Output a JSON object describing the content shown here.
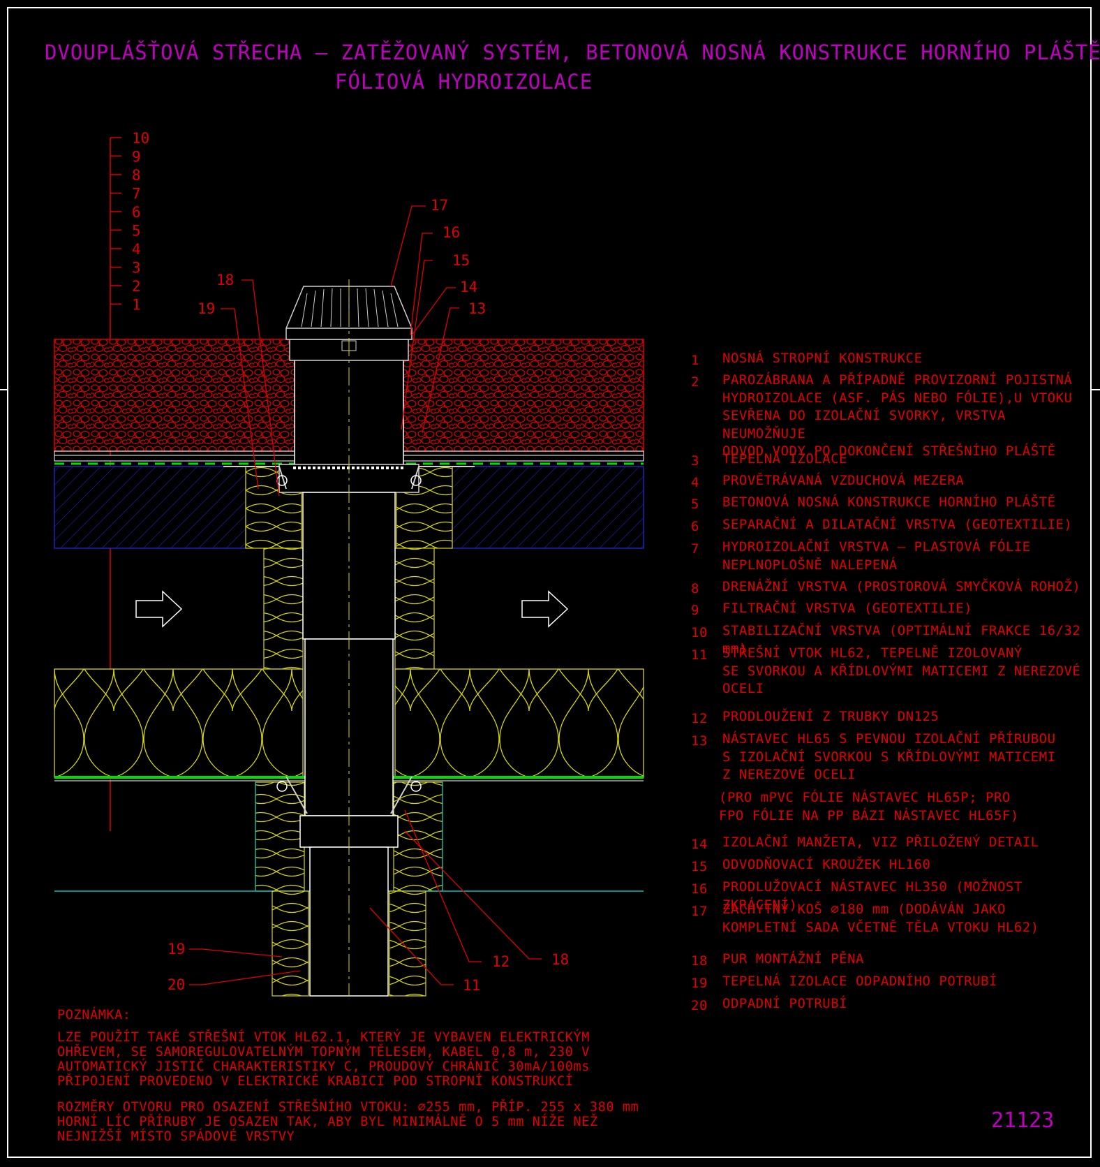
{
  "title": {
    "line1": "DVOUPLÁŠŤOVÁ STŘECHA – ZATĚŽOVANÝ SYSTÉM, BETONOVÁ NOSNÁ KONSTRUKCE HORNÍHO PLÁŠTĚ",
    "line2": "FÓLIOVÁ HYDROIZOLACE"
  },
  "layer_scale": [
    "10",
    "9",
    "8",
    "7",
    "6",
    "5",
    "4",
    "3",
    "2",
    "1"
  ],
  "callouts": {
    "n17": "17",
    "n16": "16",
    "n15": "15",
    "n14": "14",
    "n13": "13",
    "n18_top": "18",
    "n19_top": "19",
    "n19_bottom": "19",
    "n20_bottom": "20",
    "n12": "12",
    "n18_bottom": "18",
    "n11": "11"
  },
  "legend": [
    {
      "num": "1",
      "text": "NOSNÁ STROPNÍ KONSTRUKCE"
    },
    {
      "num": "2",
      "text": "PAROZÁBRANA A PŘÍPADNĚ PROVIZORNÍ POJISTNÁ\nHYDROIZOLACE (ASF. PÁS NEBO FÓLIE),U VTOKU\nSEVŘENA DO IZOLAČNÍ SVORKY, VRSTVA NEUMOŽŇUJE\nODVOD VODY PO DOKONČENÍ STŘEŠNÍHO PLÁŠTĚ"
    },
    {
      "num": "3",
      "text": "TEPELNÁ IZOLACE"
    },
    {
      "num": "4",
      "text": "PROVĚTRÁVANÁ VZDUCHOVÁ MEZERA"
    },
    {
      "num": "5",
      "text": "BETONOVÁ NOSNÁ KONSTRUKCE HORNÍHO PLÁŠTĚ"
    },
    {
      "num": "6",
      "text": "SEPARAČNÍ A DILATAČNÍ VRSTVA (GEOTEXTILIE)"
    },
    {
      "num": "7",
      "text": "HYDROIZOLAČNÍ VRSTVA – PLASTOVÁ FÓLIE\nNEPLNOPLOŠNĚ NALEPENÁ"
    },
    {
      "num": "8",
      "text": "DRENÁŽNÍ VRSTVA (PROSTOROVÁ SMYČKOVÁ ROHOŽ)"
    },
    {
      "num": "9",
      "text": "FILTRAČNÍ VRSTVA (GEOTEXTILIE)"
    },
    {
      "num": "10",
      "text": "STABILIZAČNÍ VRSTVA (OPTIMÁLNÍ FRAKCE 16/32 mm)"
    },
    {
      "num": "11",
      "text": "STŘEŠNÍ VTOK HL62, TEPELNĚ IZOLOVANÝ\nSE SVORKOU A KŘÍDLOVÝMI MATICEMI Z NEREZOVÉ\nOCELI"
    },
    {
      "num": "12",
      "text": "PRODLOUŽENÍ Z TRUBKY DN125"
    },
    {
      "num": "13",
      "text": "NÁSTAVEC HL65 S PEVNOU IZOLAČNÍ PŘÍRUBOU\nS IZOLAČNÍ SVORKOU S KŘÍDLOVÝMI MATICEMI\nZ NEREZOVÉ OCELI"
    },
    {
      "num": "14",
      "text": "IZOLAČNÍ MANŽETA, VIZ PŘILOŽENÝ DETAIL"
    },
    {
      "num": "15",
      "text": "ODVODŇOVACÍ KROUŽEK HL160"
    },
    {
      "num": "16",
      "text": "PRODLUŽOVACÍ NÁSTAVEC HL350 (MOŽNOST ZKRÁCENÍ)"
    },
    {
      "num": "17",
      "text": "ZÁCHYTNÝ KOŠ ⌀180 mm (DODÁVÁN JAKO\nKOMPLETNÍ SADA VČETNĚ TĚLA VTOKU HL62)"
    },
    {
      "num": "18",
      "text": "PUR MONTÁŽNÍ PĚNA"
    },
    {
      "num": "19",
      "text": "TEPELNÁ IZOLACE ODPADNÍHO POTRUBÍ"
    },
    {
      "num": "20",
      "text": "ODPADNÍ POTRUBÍ"
    }
  ],
  "legend_note_13": "(PRO mPVC FÓLIE NÁSTAVEC HL65P; PRO\nFPO FÓLIE NA PP BÁZI NÁSTAVEC  HL65F)",
  "note": {
    "heading": "POZNÁMKA:",
    "para1": "LZE POUŽÍT TAKÉ STŘEŠNÍ VTOK HL62.1, KTERÝ JE VYBAVEN ELEKTRICKÝM\nOHŘEVEM, SE SAMOREGULOVATELNÝM TOPNÝM TĚLESEM, KABEL 0,8 m, 230 V\nAUTOMATICKÝ JISTIČ CHARAKTERISTIKY C, PROUDOVÝ CHRÁNIČ 30mA/100ms\nPŘIPOJENÍ PROVEDENO V ELEKTRICKÉ KRABICI POD STROPNÍ KONSTRUKCÍ",
    "para2": "ROZMĚRY OTVORU PRO OSAZENÍ STŘEŠNÍHO VTOKU: ⌀255 mm, PŘÍP. 255 x 380 mm\nHORNÍ LÍC PŘÍRUBY JE OSAZEN TAK, ABY BYL MINIMÁLNĚ O 5 mm NÍŽE NEŽ\nNEJNIŽŠÍ MÍSTO SPÁDOVÉ VRSTVY"
  },
  "drawing_code": "21123",
  "colors": {
    "title": "#c000c0",
    "annotation": "#e00000",
    "insulation": "#d8d800",
    "membrane": "#00e000",
    "concrete_hatch": "#2020c0",
    "pipe": "#ffffff",
    "drain_body": "#d0d0d0",
    "cyan_line": "#00c0c0"
  }
}
